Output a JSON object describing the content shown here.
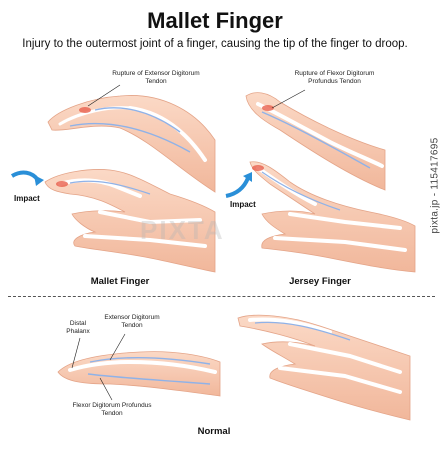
{
  "header": {
    "title": "Mallet Finger",
    "subtitle": "Injury to the outermost joint of a finger, causing the tip of the finger to droop."
  },
  "side_note": "pixta.jp - 115417695",
  "panels": {
    "mallet": {
      "caption": "Mallet Finger",
      "label_rupture": "Rupture of Extensor Digitorum Tendon",
      "impact": "Impact"
    },
    "jersey": {
      "caption": "Jersey Finger",
      "label_rupture": "Rupture of Flexor Digitorum Profundus Tendon",
      "impact": "Impact"
    },
    "normal": {
      "caption": "Normal",
      "label_distal": "Distal Phalanx",
      "label_extensor": "Extensor Digitorum Tendon",
      "label_flexor": "Flexor Digitorum Profundus Tendon"
    }
  },
  "watermark": "PIXTA",
  "colors": {
    "skin": "#f7cbb4",
    "skin_dark": "#eeb195",
    "bone": "#ffffff",
    "tendon": "#8fb2e8",
    "injury": "#e8604e",
    "arrow": "#2a8fd8"
  }
}
